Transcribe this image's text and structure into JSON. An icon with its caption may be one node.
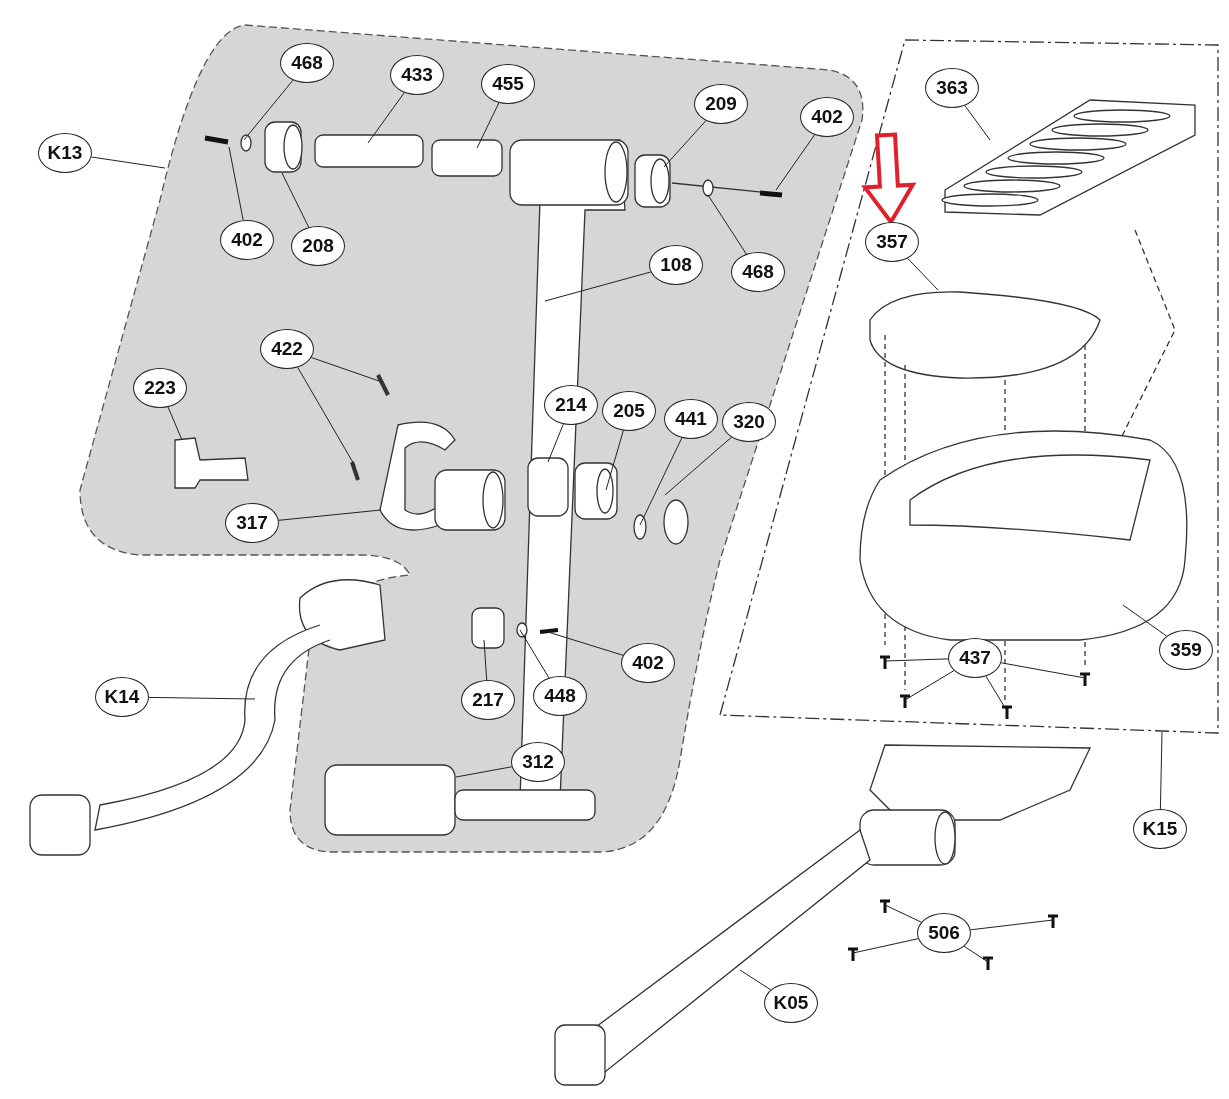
{
  "diagram": {
    "nodes": [
      {
        "text": [
          "468"
        ]
      },
      {
        "text": [
          "433"
        ]
      },
      {
        "text": [
          "455"
        ]
      },
      {
        "text": [
          "209"
        ]
      },
      {
        "text": [
          "402"
        ]
      },
      {
        "text": [
          "363"
        ]
      },
      {
        "text": [
          "K13"
        ]
      },
      {
        "text": [
          "402"
        ]
      },
      {
        "text": [
          "208"
        ]
      },
      {
        "text": [
          "357"
        ]
      },
      {
        "text": [
          "108"
        ]
      },
      {
        "text": [
          "468"
        ]
      },
      {
        "text": [
          "422"
        ]
      },
      {
        "text": [
          "223"
        ]
      },
      {
        "text": [
          "214"
        ]
      },
      {
        "text": [
          "205"
        ]
      },
      {
        "text": [
          "441"
        ]
      },
      {
        "text": [
          "320"
        ]
      },
      {
        "text": [
          "317"
        ]
      },
      {
        "text": [
          "359"
        ]
      },
      {
        "text": [
          "437"
        ]
      },
      {
        "text": [
          "402"
        ]
      },
      {
        "text": [
          "K14"
        ]
      },
      {
        "text": [
          "217"
        ]
      },
      {
        "text": [
          "448"
        ]
      },
      {
        "text": [
          "312"
        ]
      },
      {
        "text": [
          "K15"
        ]
      },
      {
        "text": [
          "506"
        ]
      },
      {
        "text": [
          "K05"
        ]
      }
    ],
    "edges": [
      {
        "from": 0,
        "to": null,
        "arrow": "none"
      },
      {
        "from": 1,
        "to": null,
        "arrow": "none"
      },
      {
        "from": 2,
        "to": null,
        "arrow": "none"
      },
      {
        "from": 3,
        "to": null,
        "arrow": "none"
      },
      {
        "from": 4,
        "to": null,
        "arrow": "none"
      },
      {
        "from": 5,
        "to": null,
        "arrow": "none"
      },
      {
        "from": 6,
        "to": null,
        "arrow": "none"
      },
      {
        "from": 7,
        "to": null,
        "arrow": "none"
      },
      {
        "from": 8,
        "to": null,
        "arrow": "none"
      },
      {
        "from": 9,
        "to": null,
        "arrow": "none"
      },
      {
        "from": 10,
        "to": null,
        "arrow": "none"
      },
      {
        "from": 11,
        "to": null,
        "arrow": "none"
      },
      {
        "from": 12,
        "to": null,
        "arrow": "none"
      },
      {
        "from": 12,
        "to": null,
        "arrow": "none"
      },
      {
        "from": 13,
        "to": null,
        "arrow": "none"
      },
      {
        "from": 14,
        "to": null,
        "arrow": "none"
      },
      {
        "from": 15,
        "to": null,
        "arrow": "none"
      },
      {
        "from": 16,
        "to": null,
        "arrow": "none"
      },
      {
        "from": 17,
        "to": null,
        "arrow": "none"
      },
      {
        "from": 18,
        "to": null,
        "arrow": "none"
      },
      {
        "from": 19,
        "to": null,
        "arrow": "none"
      },
      {
        "from": 20,
        "to": null,
        "arrow": "none"
      },
      {
        "from": 20,
        "to": null,
        "arrow": "none"
      },
      {
        "from": 20,
        "to": null,
        "arrow": "none"
      },
      {
        "from": 20,
        "to": null,
        "arrow": "none"
      },
      {
        "from": 21,
        "to": null,
        "arrow": "none"
      },
      {
        "from": 22,
        "to": null,
        "arrow": "none"
      },
      {
        "from": 23,
        "to": null,
        "arrow": "none"
      },
      {
        "from": 24,
        "to": null,
        "arrow": "none"
      },
      {
        "from": 25,
        "to": null,
        "arrow": "none"
      },
      {
        "from": 26,
        "to": null,
        "arrow": "none"
      },
      {
        "from": 27,
        "to": null,
        "arrow": "none"
      },
      {
        "from": 27,
        "to": null,
        "arrow": "none"
      },
      {
        "from": 27,
        "to": null,
        "arrow": "none"
      },
      {
        "from": 27,
        "to": null,
        "arrow": "none"
      },
      {
        "from": 28,
        "to": null,
        "arrow": "none"
      },
      {
        "from": null,
        "to": 9,
        "arrow": "to",
        "style": "thick",
        "color": "#e0202a"
      }
    ]
  }
}
